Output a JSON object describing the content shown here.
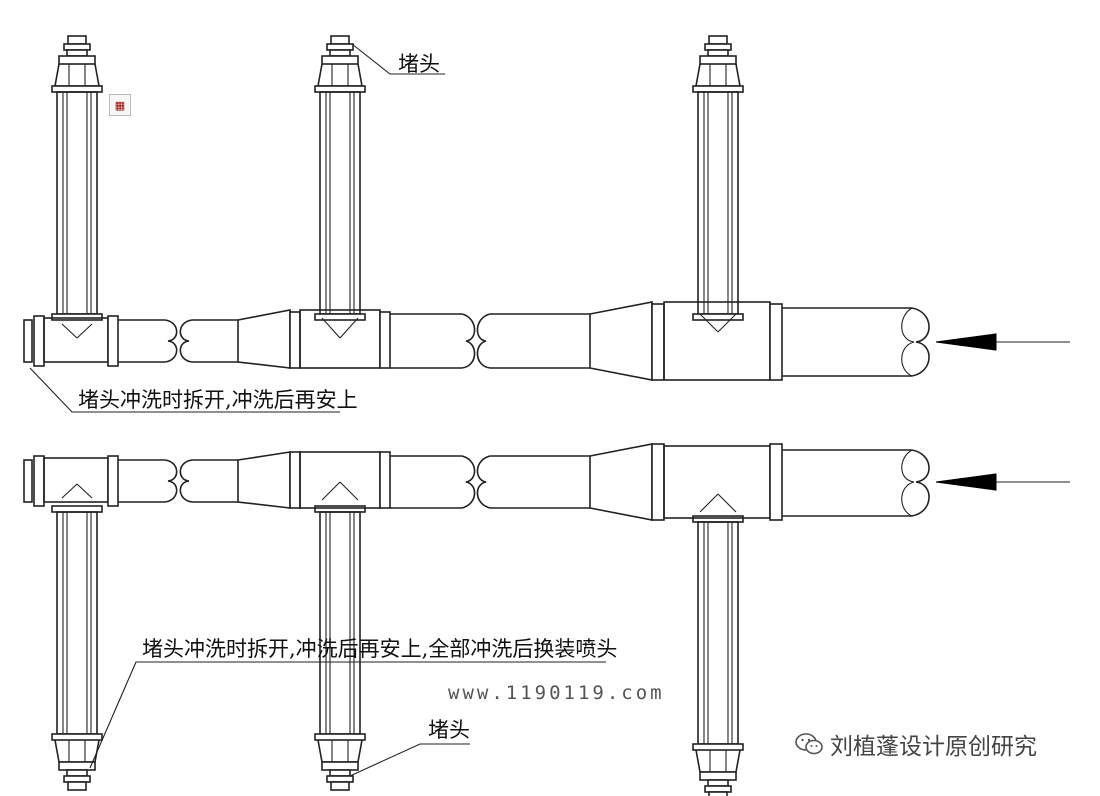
{
  "labels": {
    "plug_top": "堵头",
    "note_top": "堵头冲洗时拆开,冲洗后再安上",
    "note_bottom": "堵头冲洗时拆开,冲洗后再安上,全部冲洗后换装喷头",
    "plug_bottom": "堵头"
  },
  "watermark": "www.1190119.com",
  "brand": {
    "text": "刘植蓬设计原创研究",
    "icon": "wechat-icon"
  },
  "misc_icon": "embedded-object-icon"
}
